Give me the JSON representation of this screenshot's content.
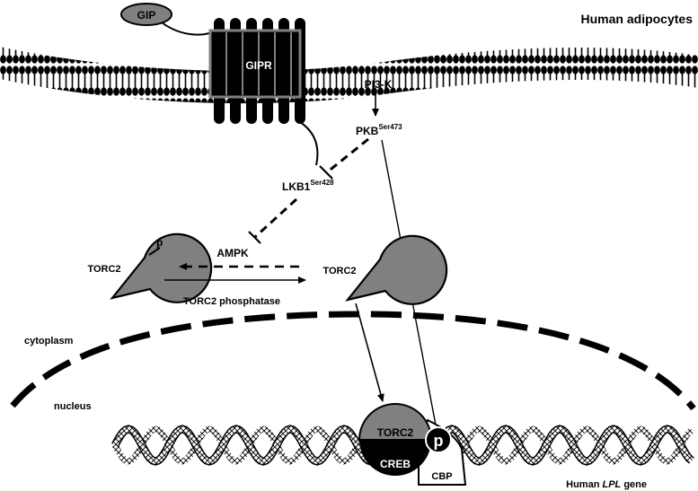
{
  "title": "Human adipocytes",
  "ligand": "GIP",
  "receptor": "GIPR",
  "pi3k": "PI3-K",
  "pkb": {
    "name": "PKB",
    "site": "Ser473"
  },
  "lkb1": {
    "name": "LKB1",
    "site": "Ser428"
  },
  "ampk": "AMPK",
  "torc2_left": "TORC2",
  "torc2_left_phospho": "p",
  "torc2_right": "TORC2",
  "phosphatase": "TORC2 phosphatase",
  "cytoplasm": "cytoplasm",
  "nucleus": "nucleus",
  "complex": {
    "torc2": "TORC2",
    "creb": "CREB",
    "p": "p",
    "cbp": "CBP"
  },
  "gene": {
    "prefix": "Human ",
    "italic": "LPL",
    "suffix": " gene"
  }
}
